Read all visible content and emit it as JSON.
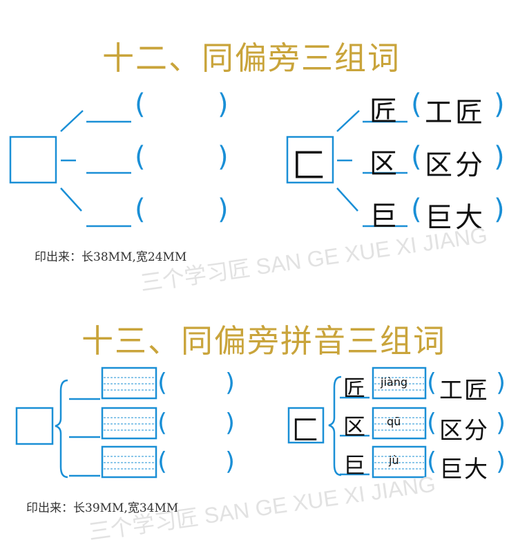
{
  "section12": {
    "title": "十二、同偏旁三组词",
    "example": {
      "radical": "匚",
      "rows": [
        {
          "char": "匠",
          "word": "工匠"
        },
        {
          "char": "区",
          "word": "区分"
        },
        {
          "char": "巨",
          "word": "巨大"
        }
      ]
    },
    "paren_open": "(",
    "paren_close": ")",
    "note": "印出来：长38MM,宽24MM",
    "watermark": "三个学习匠 SAN GE XUE XI JIANG"
  },
  "section13": {
    "title": "十三、同偏旁拼音三组词",
    "example": {
      "radical": "匚",
      "rows": [
        {
          "char": "匠",
          "pinyin": "jiàng",
          "word": "工匠"
        },
        {
          "char": "区",
          "pinyin": "qū",
          "word": "区分"
        },
        {
          "char": "巨",
          "pinyin": "jù",
          "word": "巨大"
        }
      ]
    },
    "paren_open": "(",
    "paren_close": ")",
    "note": "印出来：长39MM,宽34MM",
    "watermark": "三个学习匠 SAN GE XUE XI JIANG"
  },
  "colors": {
    "title": "#c9a43b",
    "accent_blue": "#1a8fd6",
    "watermark": "#e2e2e2"
  }
}
